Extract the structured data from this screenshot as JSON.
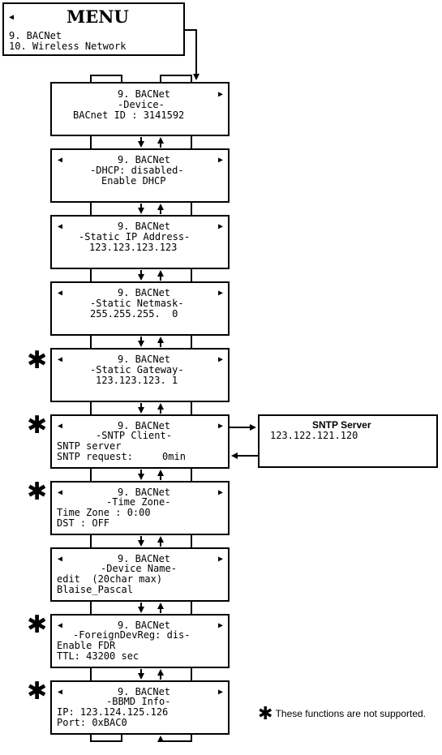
{
  "menu": {
    "title": "MENU",
    "items": [
      "9. BACNet",
      "10. Wireless Network"
    ]
  },
  "screens": [
    {
      "lines": [
        "9. BACNet",
        "-Device-",
        "BACnet ID : 3141592"
      ],
      "starred": false
    },
    {
      "lines": [
        "9. BACNet",
        "-DHCP: disabled-",
        "Enable DHCP"
      ],
      "starred": false
    },
    {
      "lines": [
        "9. BACNet",
        "-Static IP Address-",
        "123.123.123.123"
      ],
      "starred": false
    },
    {
      "lines": [
        "9. BACNet",
        "-Static Netmask-",
        "255.255.255.  0"
      ],
      "starred": false
    },
    {
      "lines": [
        "9. BACNet",
        "-Static Gateway-",
        "123.123.123. 1"
      ],
      "starred": true
    },
    {
      "lines": [
        "9. BACNet",
        "-SNTP Client-",
        "SNTP server",
        "SNTP request:     0min"
      ],
      "starred": true
    },
    {
      "lines": [
        "9. BACNet",
        "-Time Zone-",
        "Time Zone : 0:00",
        "DST : OFF"
      ],
      "starred": true
    },
    {
      "lines": [
        "9. BACNet",
        "-Device Name-",
        "edit  (20char max)",
        "Blaise_Pascal"
      ],
      "starred": false
    },
    {
      "lines": [
        "9. BACNet",
        "-ForeignDevReg: dis-",
        "Enable FDR",
        "TTL: 43200 sec"
      ],
      "starred": true
    },
    {
      "lines": [
        "9. BACNet",
        "-BBMD Info-",
        "IP: 123.124.125.126",
        "Port: 0xBAC0"
      ],
      "starred": true
    }
  ],
  "sntp_server": {
    "title": "SNTP Server",
    "address": "123.122.121.120"
  },
  "legend": {
    "note": "These functions are not supported."
  }
}
